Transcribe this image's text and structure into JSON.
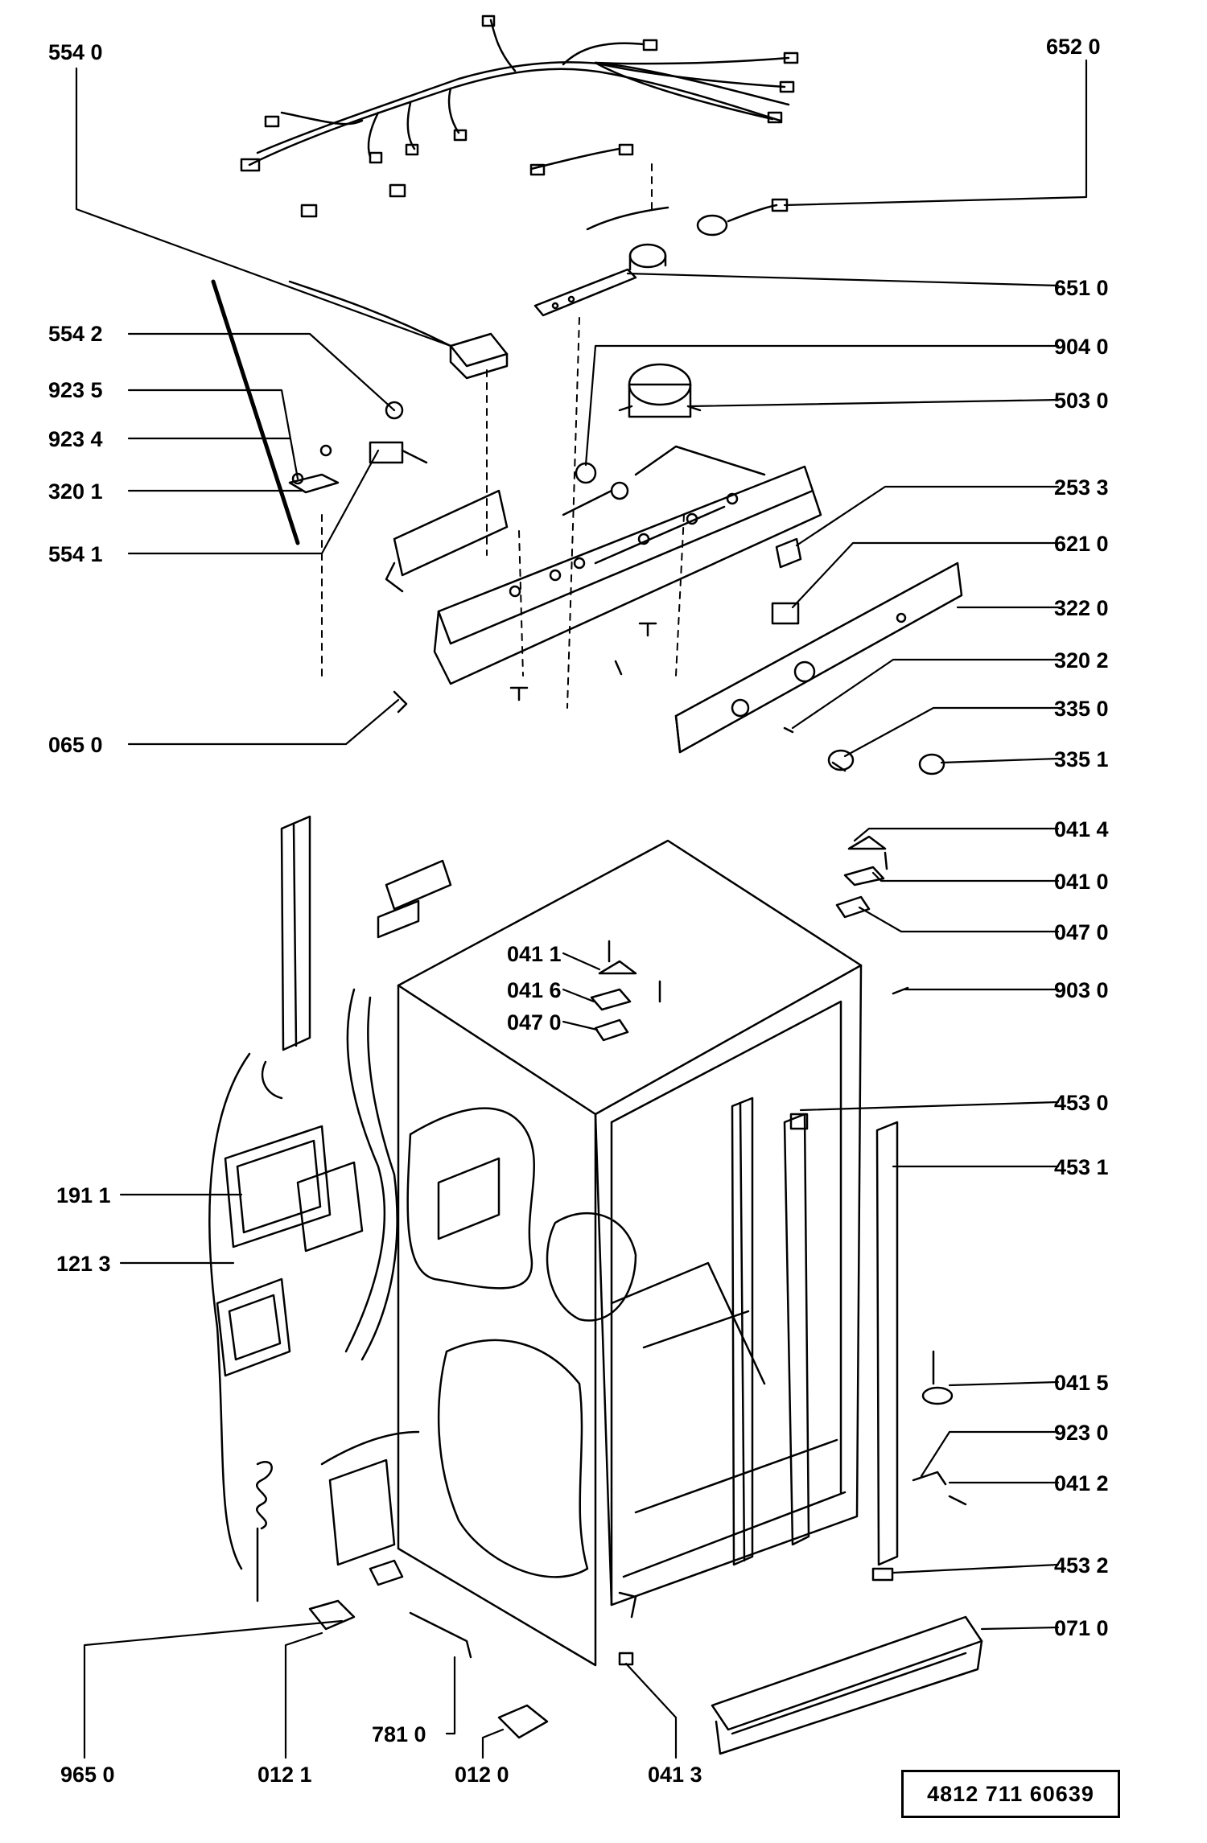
{
  "document_number": "4812  711  60639",
  "callouts": [
    {
      "id": "c1",
      "text": "554 0"
    },
    {
      "id": "c2",
      "text": "652 0"
    },
    {
      "id": "c3",
      "text": "651 0"
    },
    {
      "id": "c4",
      "text": "554 2"
    },
    {
      "id": "c5",
      "text": "904 0"
    },
    {
      "id": "c6",
      "text": "923 5"
    },
    {
      "id": "c7",
      "text": "503 0"
    },
    {
      "id": "c8",
      "text": "923 4"
    },
    {
      "id": "c9",
      "text": "320 1"
    },
    {
      "id": "c10",
      "text": "253 3"
    },
    {
      "id": "c11",
      "text": "554 1"
    },
    {
      "id": "c12",
      "text": "621 0"
    },
    {
      "id": "c13",
      "text": "322 0"
    },
    {
      "id": "c14",
      "text": "320 2"
    },
    {
      "id": "c15",
      "text": "065 0"
    },
    {
      "id": "c16",
      "text": "335 0"
    },
    {
      "id": "c17",
      "text": "335 1"
    },
    {
      "id": "c18",
      "text": "041 4"
    },
    {
      "id": "c19",
      "text": "041 0"
    },
    {
      "id": "c20",
      "text": "047 0"
    },
    {
      "id": "c21",
      "text": "041 1"
    },
    {
      "id": "c22",
      "text": "041 6"
    },
    {
      "id": "c23",
      "text": "047 0"
    },
    {
      "id": "c24",
      "text": "903 0"
    },
    {
      "id": "c25",
      "text": "453 0"
    },
    {
      "id": "c26",
      "text": "191 1"
    },
    {
      "id": "c27",
      "text": "453 1"
    },
    {
      "id": "c28",
      "text": "121 3"
    },
    {
      "id": "c29",
      "text": "041 5"
    },
    {
      "id": "c30",
      "text": "923 0"
    },
    {
      "id": "c31",
      "text": "041 2"
    },
    {
      "id": "c32",
      "text": "453 2"
    },
    {
      "id": "c33",
      "text": "071 0"
    },
    {
      "id": "c34",
      "text": "781 0"
    },
    {
      "id": "c35",
      "text": "965 0"
    },
    {
      "id": "c36",
      "text": "012 1"
    },
    {
      "id": "c37",
      "text": "012 0"
    },
    {
      "id": "c38",
      "text": "041 3"
    }
  ]
}
